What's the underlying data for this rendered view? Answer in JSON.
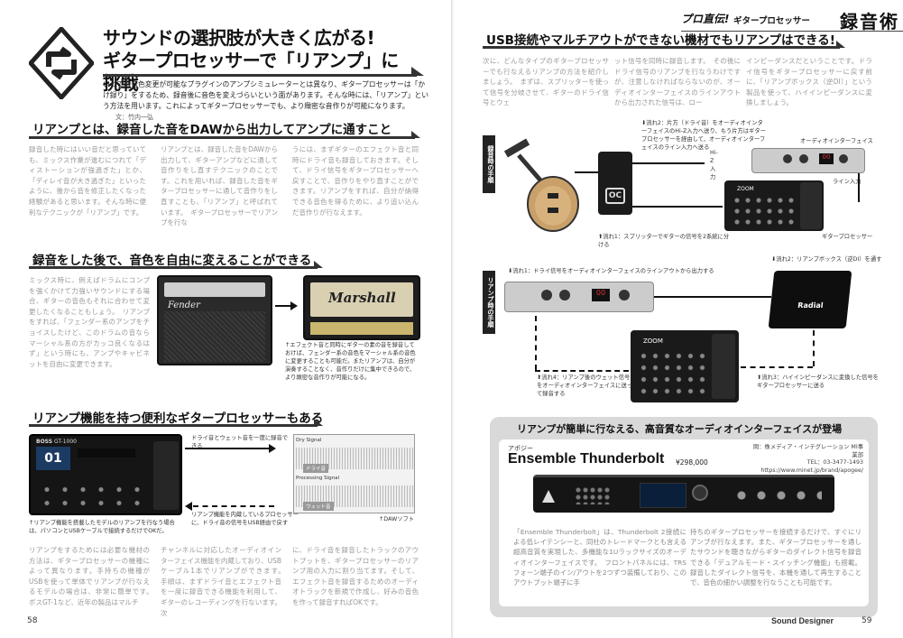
{
  "left_page": {
    "title_line1": "サウンドの選択肢が大きく広がる!",
    "title_line2": "ギタープロセッサーで「リアンプ」に挑戦",
    "lead": "いつでも音色変更が可能なプラグインのアンプシミュレーターとは異なり、ギタープロセッサーは「かけ録り」をするため、録音後に音色を変えづらいという面があります。そんな時には、「リアンプ」という方法を用います。これによってギタープロセッサーでも、より緻密な音作りが可能になります。",
    "credit": "文：竹内一弘",
    "sections": [
      {
        "title": "リアンプとは、録音した音をDAWから出力してアンプに通すこと",
        "col1": "録音した時にはいい音だと思っていても、ミックス作業が進むにつれて「ディストーションが強過ぎた」とか、「ディレイ音が大き過ぎた」といったように、後から音を修正したくなった経験があると思います。そんな時に便利なテクニックが「リアンプ」です。",
        "col2": "リアンプとは、録音した音をDAWから出力して、ギターアンプなどに通して音作りをし直すテクニックのことです。これを用いれば、録音した音をギタープロセッサーに通して音作りをし直すことも、「リアンプ」と呼ばれています。　ギタープロセッサーでリアンプを行な",
        "col3": "うには、まずギターのエフェクト音と同時にドライ音も録音しておきます。そして、ドライ信号をギタープロセッサーへ戻すことで、音作りをやり直すことができます。リアンプをすれば、自分が納得できる音色を得るために、より追い込んだ音作りが行なえます。"
      },
      {
        "title": "録音をした後で、音色を自由に変えることができる",
        "text": "ミックス時に、例えばドラムにコンプを強くかけて力強いサウンドにする場合、ギターの音色もそれに合わせて変更したくなることもしょう。　リアンプをすれば、「フェンダー系のアンプをチョイスしたけど、このドラムの音ならマーシャル系の方がカッコ良くなるはず」という時にも、アンプやキャビネットを自由に変更できます。",
        "caption": "エフェクト音と同時にギターの素の音を録音しておけば、フェンダー系の音色をマーシャル系の音色に変更することも可能だ。またリアンプは、自分が演奏することなく、音作りだけに集中できるので、より緻密な音作りが可能になる。",
        "amp1_brand": "Fender",
        "amp2_brand": "Marshall"
      },
      {
        "title": "リアンプ機能を持つ便利なギタープロセッサーもある",
        "device_name": "GT-1000",
        "device_brand": "BOSS",
        "col1": "リアンプをするためには必要な機材の方法は、ギタープロセッサーの機種によって異なります。手持ちの機種がUSBを使って単体でリアンプが行なえるモデルの場合は、非常に簡単です。　ボスGT-1など、近年の製品はマルチ",
        "col2": "チャンネルに対応したオーディオインターフェイス機能を内蔵しており、USBケーブル1本でリアンプができます。　手順は、まずドライ音とエフェクト音を一度に録音できる機能を利用して、ギターのレコーディングを行ないます。次",
        "col3": "に、ドライ音を録音したトラックのアウトプットを、ギタープロセッサーのリアンプ用の入力に割り当てます。そして、エフェクト音を録音するためのオーディオトラックを新規で作成し、好みの音色を作って録音すればOKです。",
        "caption_left": "リアンプ機能を搭載したモデルのリアンプを行なう場合は、パソコンとUSBケーブルで接続するだけでOKだ。",
        "flow_top": "ドライ音とウェット音を一度に録音できる",
        "flow_bottom": "リアンプ機能を内蔵しているプロセッサーに、ドライ音の信号をUSB経由で戻す",
        "daw_label": "DAWソフト",
        "track1": "Dry Signal",
        "track1_tag": "ドライ音",
        "track2": "Processing Signal",
        "track2_tag": "ウェット音"
      }
    ],
    "page_number": "58"
  },
  "right_page": {
    "header_tag1": "プロ直伝!",
    "header_tag2": "ギタープロセッサー",
    "header_tag3": "録音術",
    "section_title": "USB接続やマルチアウトができない機材でもリアンプはできる!",
    "col1": "次に、どんなタイプのギタープロセッサーでも行なえるリアンプの方法を紹介しましょう。　まずは、スプリッターを使って信号を分岐させて、ギターのドライ信号とウェ",
    "col2": "ット信号を同時に録音します。　その後にドライ信号のリアンプを行なうわけですが、注意しなければならないのが、オーディオインターフェイスのラインアウトから出力された信号は、ロー",
    "col3": "インピーダンスだということです。ドライ信号をギタープロセッサーに戻す前に、「リアンプボックス（逆DI）」という製品を使って、ハイインピーダンスに変換しましょう。",
    "rec_label": "録音時の手順",
    "reamp_label": "リアンプ時の手順",
    "note_flow2": "流れ2：片方（ドライ音）をオーディオインターフェイスのHi-Z入力へ送り、もう片方はギタープロセッサーを経由して、オーディオインターフェイスのライン入力へ送る",
    "label_interface": "オーディオインターフェイス",
    "label_hiz": "Hi-Z入力",
    "label_linein": "ライン入力",
    "label_processor": "ギタープロセッサー",
    "note_flow1": "流れ1：スプリッターでギターの信号を2系統に分ける",
    "note_r1": "流れ1：ドライ信号をオーディオインターフェイスのラインアウトから出力する",
    "note_r2": "流れ2：リアンプボックス（逆DI）を通す",
    "note_r3": "流れ3：ハイインピーダンスに変換した信号をギタープロセッサーに送る",
    "note_r4": "流れ4：リアンプ後のウェット信号をオーディオインターフェイスに送って録音する",
    "box_title": "リアンプが簡単に行なえる、高音質なオーディオインターフェイスが登場",
    "product_brand": "アポジー",
    "product_name": "Ensemble Thunderbolt",
    "product_price": "¥298,000",
    "contact_line1": "問：株メディア・インテグレーション MI事業部",
    "contact_line2": "TEL：03-3477-1493",
    "contact_line3": "https://www.minet.jp/brand/apogee/",
    "box_col1": "「Ensemble Thunderbolt」は、Thunderbolt 2接続による低レイテンシーと、同社のトレードマークとも言える超高音質を実現した、多機能な1Uラックサイズのオーディオインターフェイスです。　フロントパネルには、TRSフォーン端子のイン/アウトを2つずつ装備しており、このアウトプット端子に手",
    "box_col2": "持ちのギタープロセッサーを接続するだけで、すぐにリアンプが行なえます。また、ギタープロセッサーを通したサウンドを聴きながらギターのダイレクト信号を録音できる「デュアルモード・スイッチング機能」も搭載。録音したダイレクト信号を、本機を通して再生することで、音色の細かい調整を行なうことも可能です。",
    "magazine": "Sound Designer",
    "page_number": "59"
  }
}
